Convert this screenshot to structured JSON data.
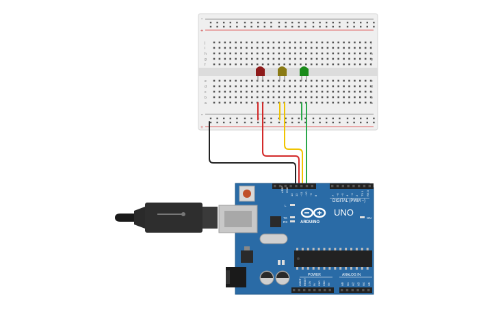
{
  "breadboard": {
    "row_letters_top": [
      "j",
      "i",
      "h",
      "g",
      "f"
    ],
    "row_letters_bottom": [
      "e",
      "d",
      "c",
      "b",
      "a"
    ],
    "columns": 30,
    "rail_plus": "+",
    "rail_minus": "-"
  },
  "leds": [
    {
      "name": "red",
      "color": "#8e1b1b"
    },
    {
      "name": "yellow",
      "color": "#8a7a14"
    },
    {
      "name": "green",
      "color": "#1a8a1a"
    }
  ],
  "wires": [
    {
      "name": "gnd",
      "color": "#222222"
    },
    {
      "name": "red",
      "color": "#d32a2a"
    },
    {
      "name": "yellow",
      "color": "#f0c400"
    },
    {
      "name": "green",
      "color": "#2aa84a"
    }
  ],
  "arduino": {
    "brand": "ARDUINO",
    "model": "UNO",
    "digital_label": "DIGITAL (PWM ~)",
    "power_label": "POWER",
    "analog_label": "ANALOG IN",
    "on_label": "ON",
    "tx_label": "TX",
    "rx_label": "RX",
    "l_label": "L",
    "aref_label": "AREF",
    "gnd_label": "GND",
    "digital_pins": [
      "13",
      "12",
      "~11",
      "~10",
      "~9",
      "8",
      "7",
      "~6",
      "~5",
      "4",
      "~3",
      "2",
      "TX 1",
      "RX 0"
    ],
    "power_pins": [
      "IOREF",
      "RESET",
      "3.3V",
      "5V",
      "GND",
      "GND",
      "Vin"
    ],
    "analog_pins": [
      "A0",
      "A1",
      "A2",
      "A3",
      "A4",
      "A5"
    ],
    "board_color": "#2a6ba6"
  }
}
